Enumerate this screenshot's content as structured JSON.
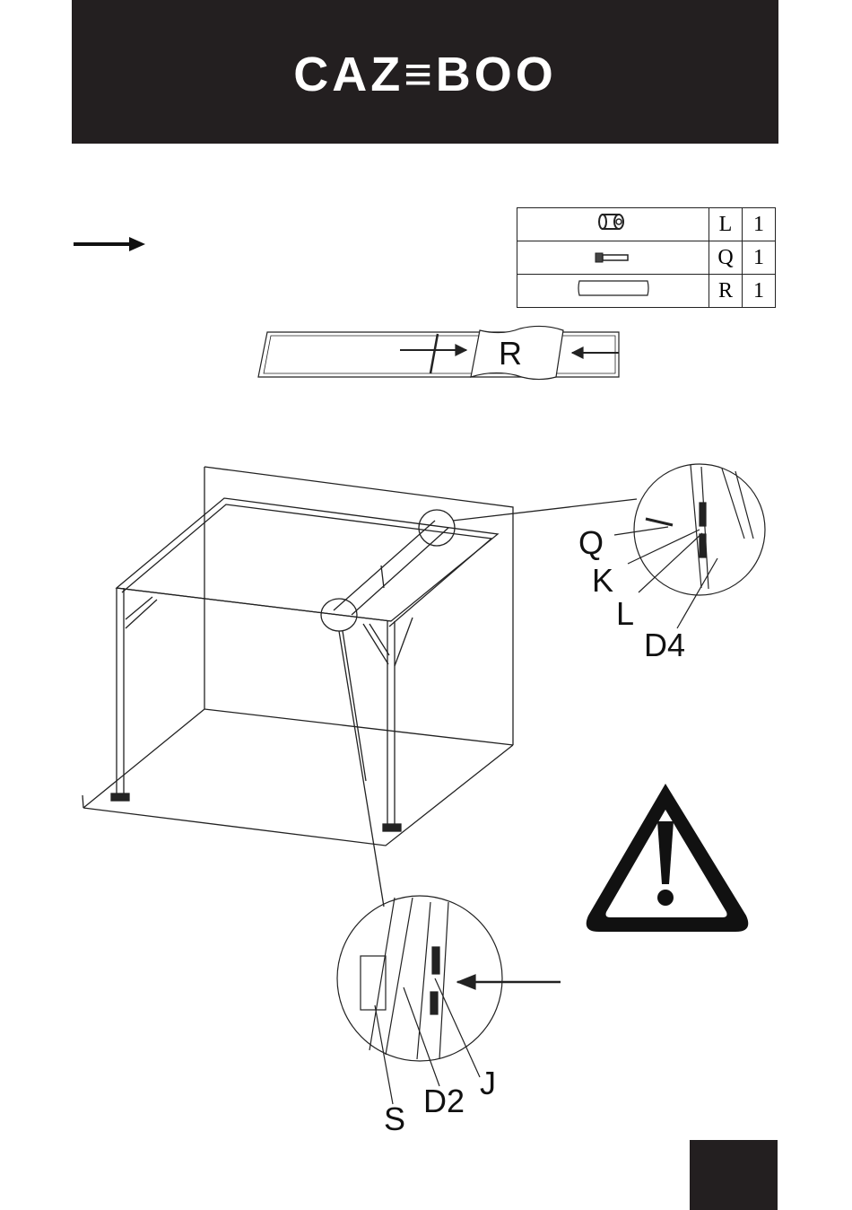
{
  "header": {
    "brand": "CAZ≡BOO"
  },
  "parts": [
    {
      "icon": "cap-icon",
      "code": "L",
      "qty": "1"
    },
    {
      "icon": "pin-icon",
      "code": "Q",
      "qty": "1"
    },
    {
      "icon": "fabric-roll-icon",
      "code": "R",
      "qty": "1"
    }
  ],
  "labels": {
    "fabric": "R",
    "q": "Q",
    "k": "K",
    "l": "L",
    "d4": "D4",
    "s": "S",
    "d2": "D2",
    "j": "J"
  },
  "colors": {
    "header_bg": "#231f20",
    "ink": "#111111"
  }
}
